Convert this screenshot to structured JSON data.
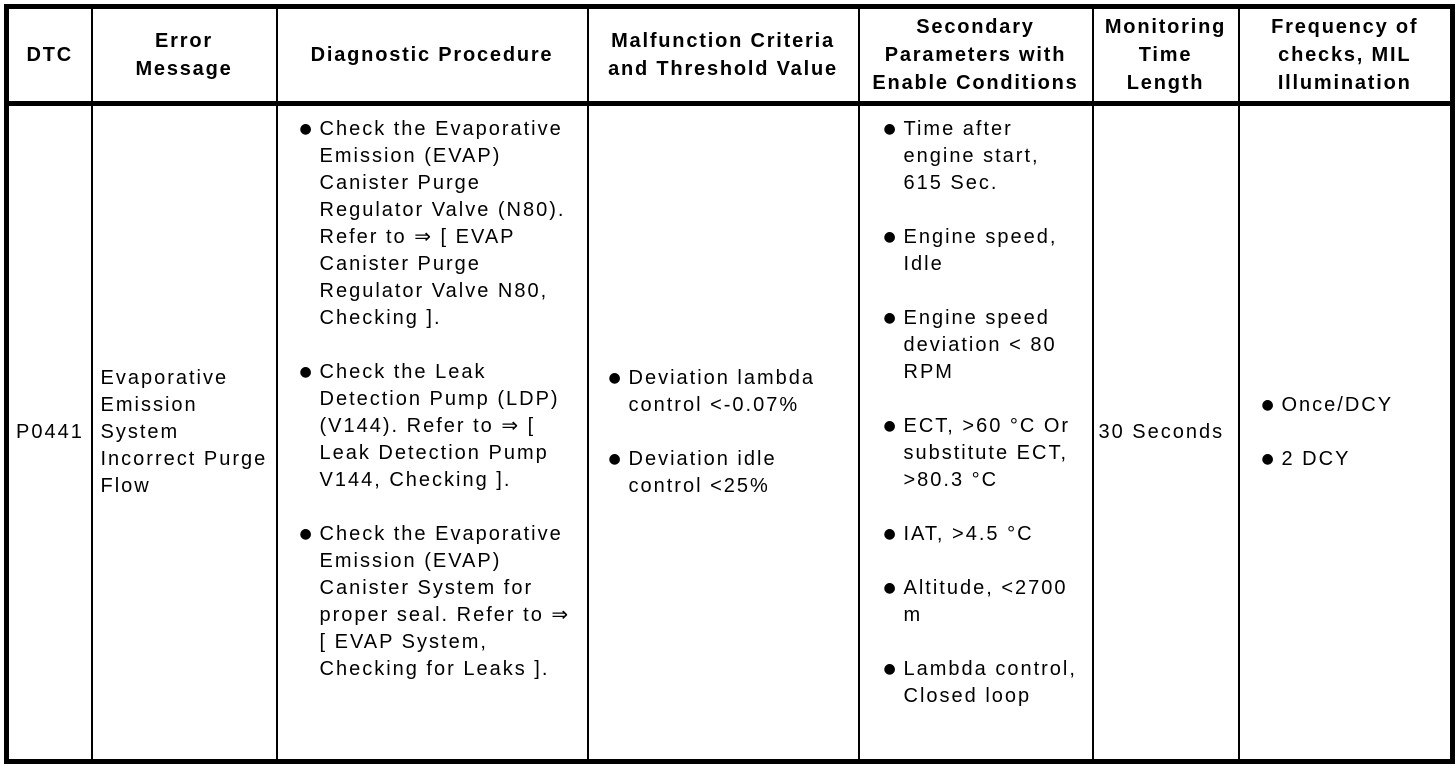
{
  "colors": {
    "text": "#000000",
    "background": "#ffffff",
    "border": "#000000"
  },
  "icons": {
    "bullet": "●"
  },
  "table": {
    "headers": [
      {
        "id": "dtc",
        "label": "DTC"
      },
      {
        "id": "error-message",
        "label": "Error\nMessage"
      },
      {
        "id": "diagnostic-procedure",
        "label": "Diagnostic Procedure"
      },
      {
        "id": "malfunction-criteria",
        "label": "Malfunction Criteria\nand Threshold Value"
      },
      {
        "id": "secondary-parameters",
        "label": "Secondary\nParameters with\nEnable Conditions"
      },
      {
        "id": "monitoring-time",
        "label": "Monitoring\nTime\nLength"
      },
      {
        "id": "frequency",
        "label": "Frequency of\nchecks, MIL\nIllumination"
      }
    ],
    "row": {
      "dtc": "P0441",
      "error_message": "Evaporative Emission System Incorrect Purge Flow",
      "diagnostic_procedure": [
        "Check the Evaporative Emission (EVAP) Canister Purge Regulator Valve (N80). Refer to ⇒ [ EVAP Canister Purge Regulator Valve N80, Checking ].",
        "Check the Leak Detection Pump (LDP) (V144). Refer to ⇒ [ Leak Detection Pump V144, Checking ].",
        "Check the Evaporative Emission (EVAP) Canister System for proper seal. Refer to ⇒ [ EVAP System, Checking for Leaks ]."
      ],
      "malfunction_criteria": [
        "Deviation lambda control <-0.07%",
        "Deviation idle control <25%"
      ],
      "secondary_parameters": [
        "Time after engine start, 615 Sec.",
        "Engine speed, Idle",
        "Engine speed deviation < 80 RPM",
        "ECT, >60 °C Or substitute ECT, >80.3 °C",
        "IAT, >4.5 °C",
        "Altitude, <2700 m",
        "Lambda control, Closed loop"
      ],
      "monitoring_time_length": "30 Seconds",
      "frequency_of_checks": [
        "Once/DCY",
        "2 DCY"
      ]
    }
  }
}
